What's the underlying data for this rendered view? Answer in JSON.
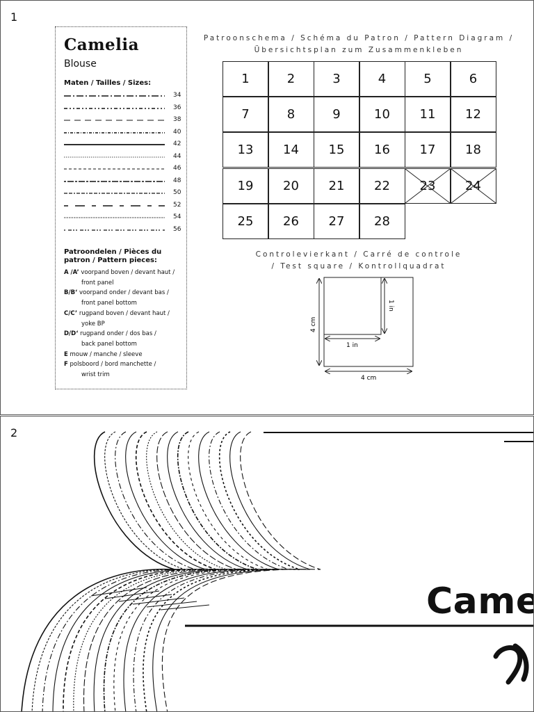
{
  "page1": {
    "page_number": "1",
    "legend": {
      "title": "Camelia",
      "subtitle": "Blouse",
      "sizes_label": "Maten / Tailles / Sizes:",
      "sizes": [
        "34",
        "36",
        "38",
        "40",
        "42",
        "44",
        "46",
        "48",
        "50",
        "52",
        "54",
        "56"
      ],
      "pieces_label": "Patroondelen / Pièces du patron / Pattern pieces:",
      "pieces": [
        {
          "code": "A /A’",
          "line1": "voorpand boven / devant haut /",
          "line2": "front panel"
        },
        {
          "code": "B/B‘",
          "line1": "voorpand onder / devant bas /",
          "line2": "front panel bottom"
        },
        {
          "code": "C/C’",
          "line1": "rugpand boven / devant haut /",
          "line2": "yoke BP"
        },
        {
          "code": "D/D‘",
          "line1": "rugpand onder / dos bas /",
          "line2": "back panel bottom"
        },
        {
          "code": "E",
          "line1": "mouw / manche / sleeve",
          "line2": ""
        },
        {
          "code": "F",
          "line1": "polsboord / bord manchette /",
          "line2": "wrist trim"
        }
      ]
    },
    "diagram": {
      "heading_line1": "Patroonschema / Schéma du Patron / Pattern Diagram /",
      "heading_line2": "Übersichtsplan zum Zusammenkleben",
      "cells": [
        "1",
        "2",
        "3",
        "4",
        "5",
        "6",
        "7",
        "8",
        "9",
        "10",
        "11",
        "12",
        "13",
        "14",
        "15",
        "16",
        "17",
        "18",
        "19",
        "20",
        "21",
        "22",
        "23",
        "24",
        "25",
        "26",
        "27",
        "28"
      ],
      "crossed_cells": [
        "23",
        "24"
      ]
    },
    "test_square": {
      "heading_line1": "Controlevierkant / Carré de controle",
      "heading_line2": "/ Test square / Kontrollquadrat",
      "label_4cm_vertical": "4 cm",
      "label_4cm_horizontal": "4 cm",
      "label_1in_vertical": "1 in",
      "label_1in_horizontal": "1 in"
    }
  },
  "page2": {
    "page_number": "2",
    "title_fragment": "Camel"
  }
}
